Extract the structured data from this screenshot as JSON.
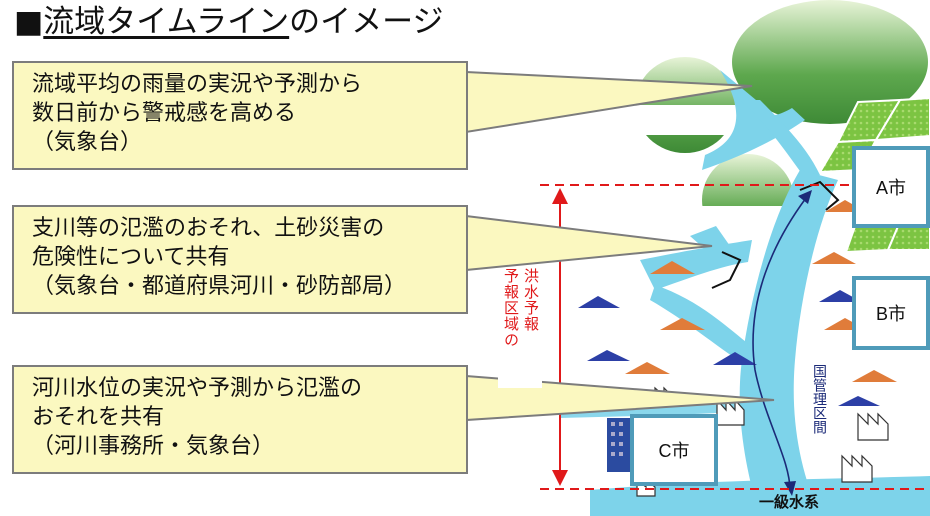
{
  "title": {
    "prefix": "■",
    "underlined": "流域タイムライン",
    "suffix": "のイメージ"
  },
  "callouts": [
    {
      "lines": [
        "流域平均の雨量の実況や予測から",
        "数日前から警戒感を高める",
        "（気象台）"
      ]
    },
    {
      "lines": [
        "支川等の氾濫のおそれ、土砂災害の",
        "危険性について共有",
        "（気象台・都道府県河川・砂防部局）"
      ]
    },
    {
      "lines": [
        "河川水位の実況や予測から氾濫の",
        "おそれを共有",
        "（河川事務所・気象台）"
      ]
    }
  ],
  "cities": {
    "a": "A市",
    "b": "B市",
    "c": "C市"
  },
  "flood_forecast_label": {
    "col1": "洪水予報",
    "col2": "予報区域の"
  },
  "jurisdiction_label": "国管理区間",
  "river_system_label": "一級水系",
  "colors": {
    "callout_fill": "#fbf8c0",
    "river": "#7dd3ea",
    "dashed_line": "#e0191a",
    "city_border": "#4f9bb9",
    "hill": "#5ea84e",
    "orange_roof": "#e07c3a",
    "blue_roof": "#2c3fa6"
  }
}
